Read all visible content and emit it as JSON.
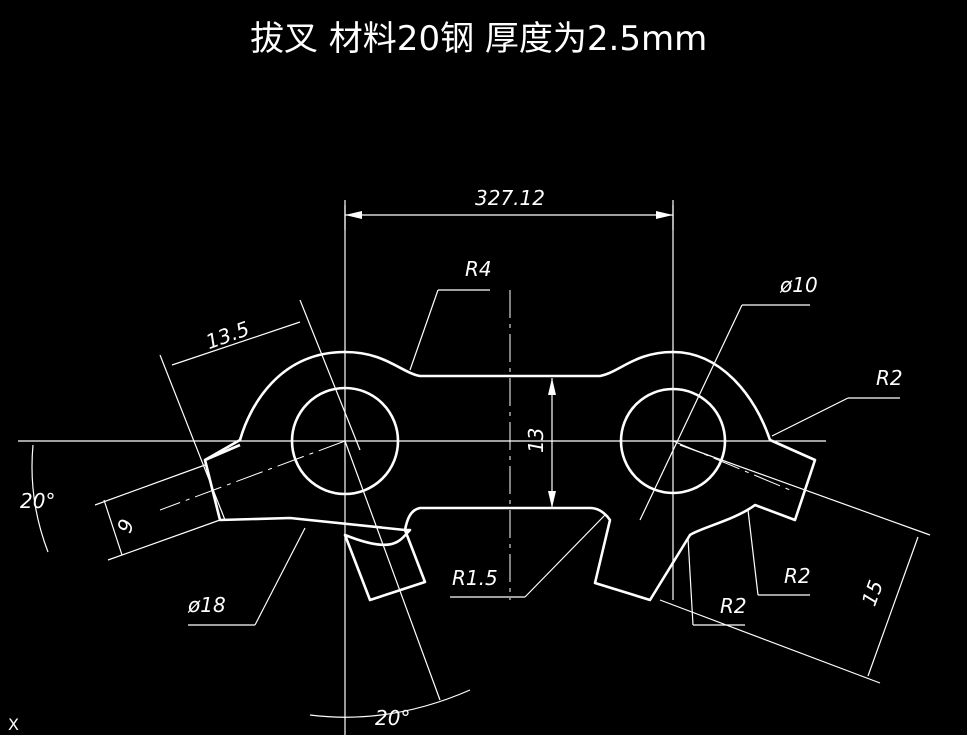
{
  "title": "拔叉 材料20钢 厚度为2.5mm",
  "dimensions": {
    "top_length": "327.12",
    "radius_r4": "R4",
    "dia_10": "ø10",
    "radius_r2_right": "R2",
    "angle_left": "20°",
    "width_9": "9",
    "dim_13_5": "13.5",
    "height_13": "13",
    "radius_r1_5": "R1.5",
    "dia_18": "ø18",
    "radius_r2_lower": "R2",
    "radius_r2_bottom": "R2",
    "dim_15": "15",
    "angle_bottom": "20°"
  },
  "axis_marker": "X"
}
